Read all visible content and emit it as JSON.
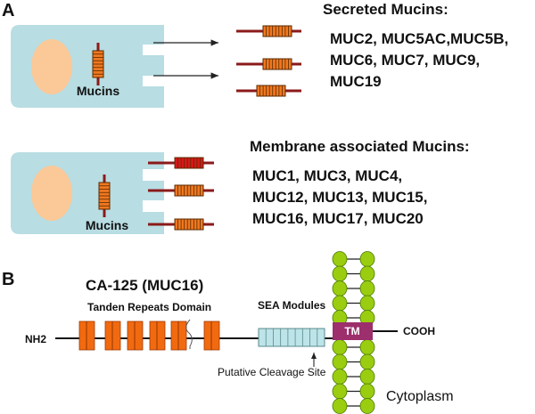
{
  "panel_a": {
    "label": "A",
    "secreted": {
      "cell_label": "Mucins",
      "title": "Secreted Mucins:",
      "list_lines": [
        "MUC2, MUC5AC,MUC5B,",
        "MUC6, MUC7, MUC9,",
        "MUC19"
      ]
    },
    "membrane": {
      "cell_label": "Mucins",
      "title": "Membrane associated Mucins:",
      "list_lines": [
        "MUC1, MUC3, MUC4,",
        "MUC12, MUC13, MUC15,",
        "MUC16, MUC17, MUC20"
      ]
    }
  },
  "panel_b": {
    "label": "B",
    "title": "CA-125 (MUC16)",
    "tandem_label": "Tanden Repeats Domain",
    "sea_label": "SEA Modules",
    "n_terminus": "NH2",
    "c_terminus": "COOH",
    "tm_label": "TM",
    "cleavage_label": "Putative Cleavage Site",
    "cytoplasm_label": "Cytoplasm",
    "tandem_repeat_count": 6,
    "sea_module_count": 9
  },
  "colors": {
    "cell": "#b8dde3",
    "nucleus": "#fbc898",
    "mucin_orange": "#f07820",
    "mucin_red": "#d81818",
    "mucin_stem": "#8b1a1a",
    "repeat_orange": "#f26a10",
    "sea_blue": "#bde4e8",
    "tm_purple": "#9c2f6c",
    "lipid_green": "#9acd10"
  }
}
